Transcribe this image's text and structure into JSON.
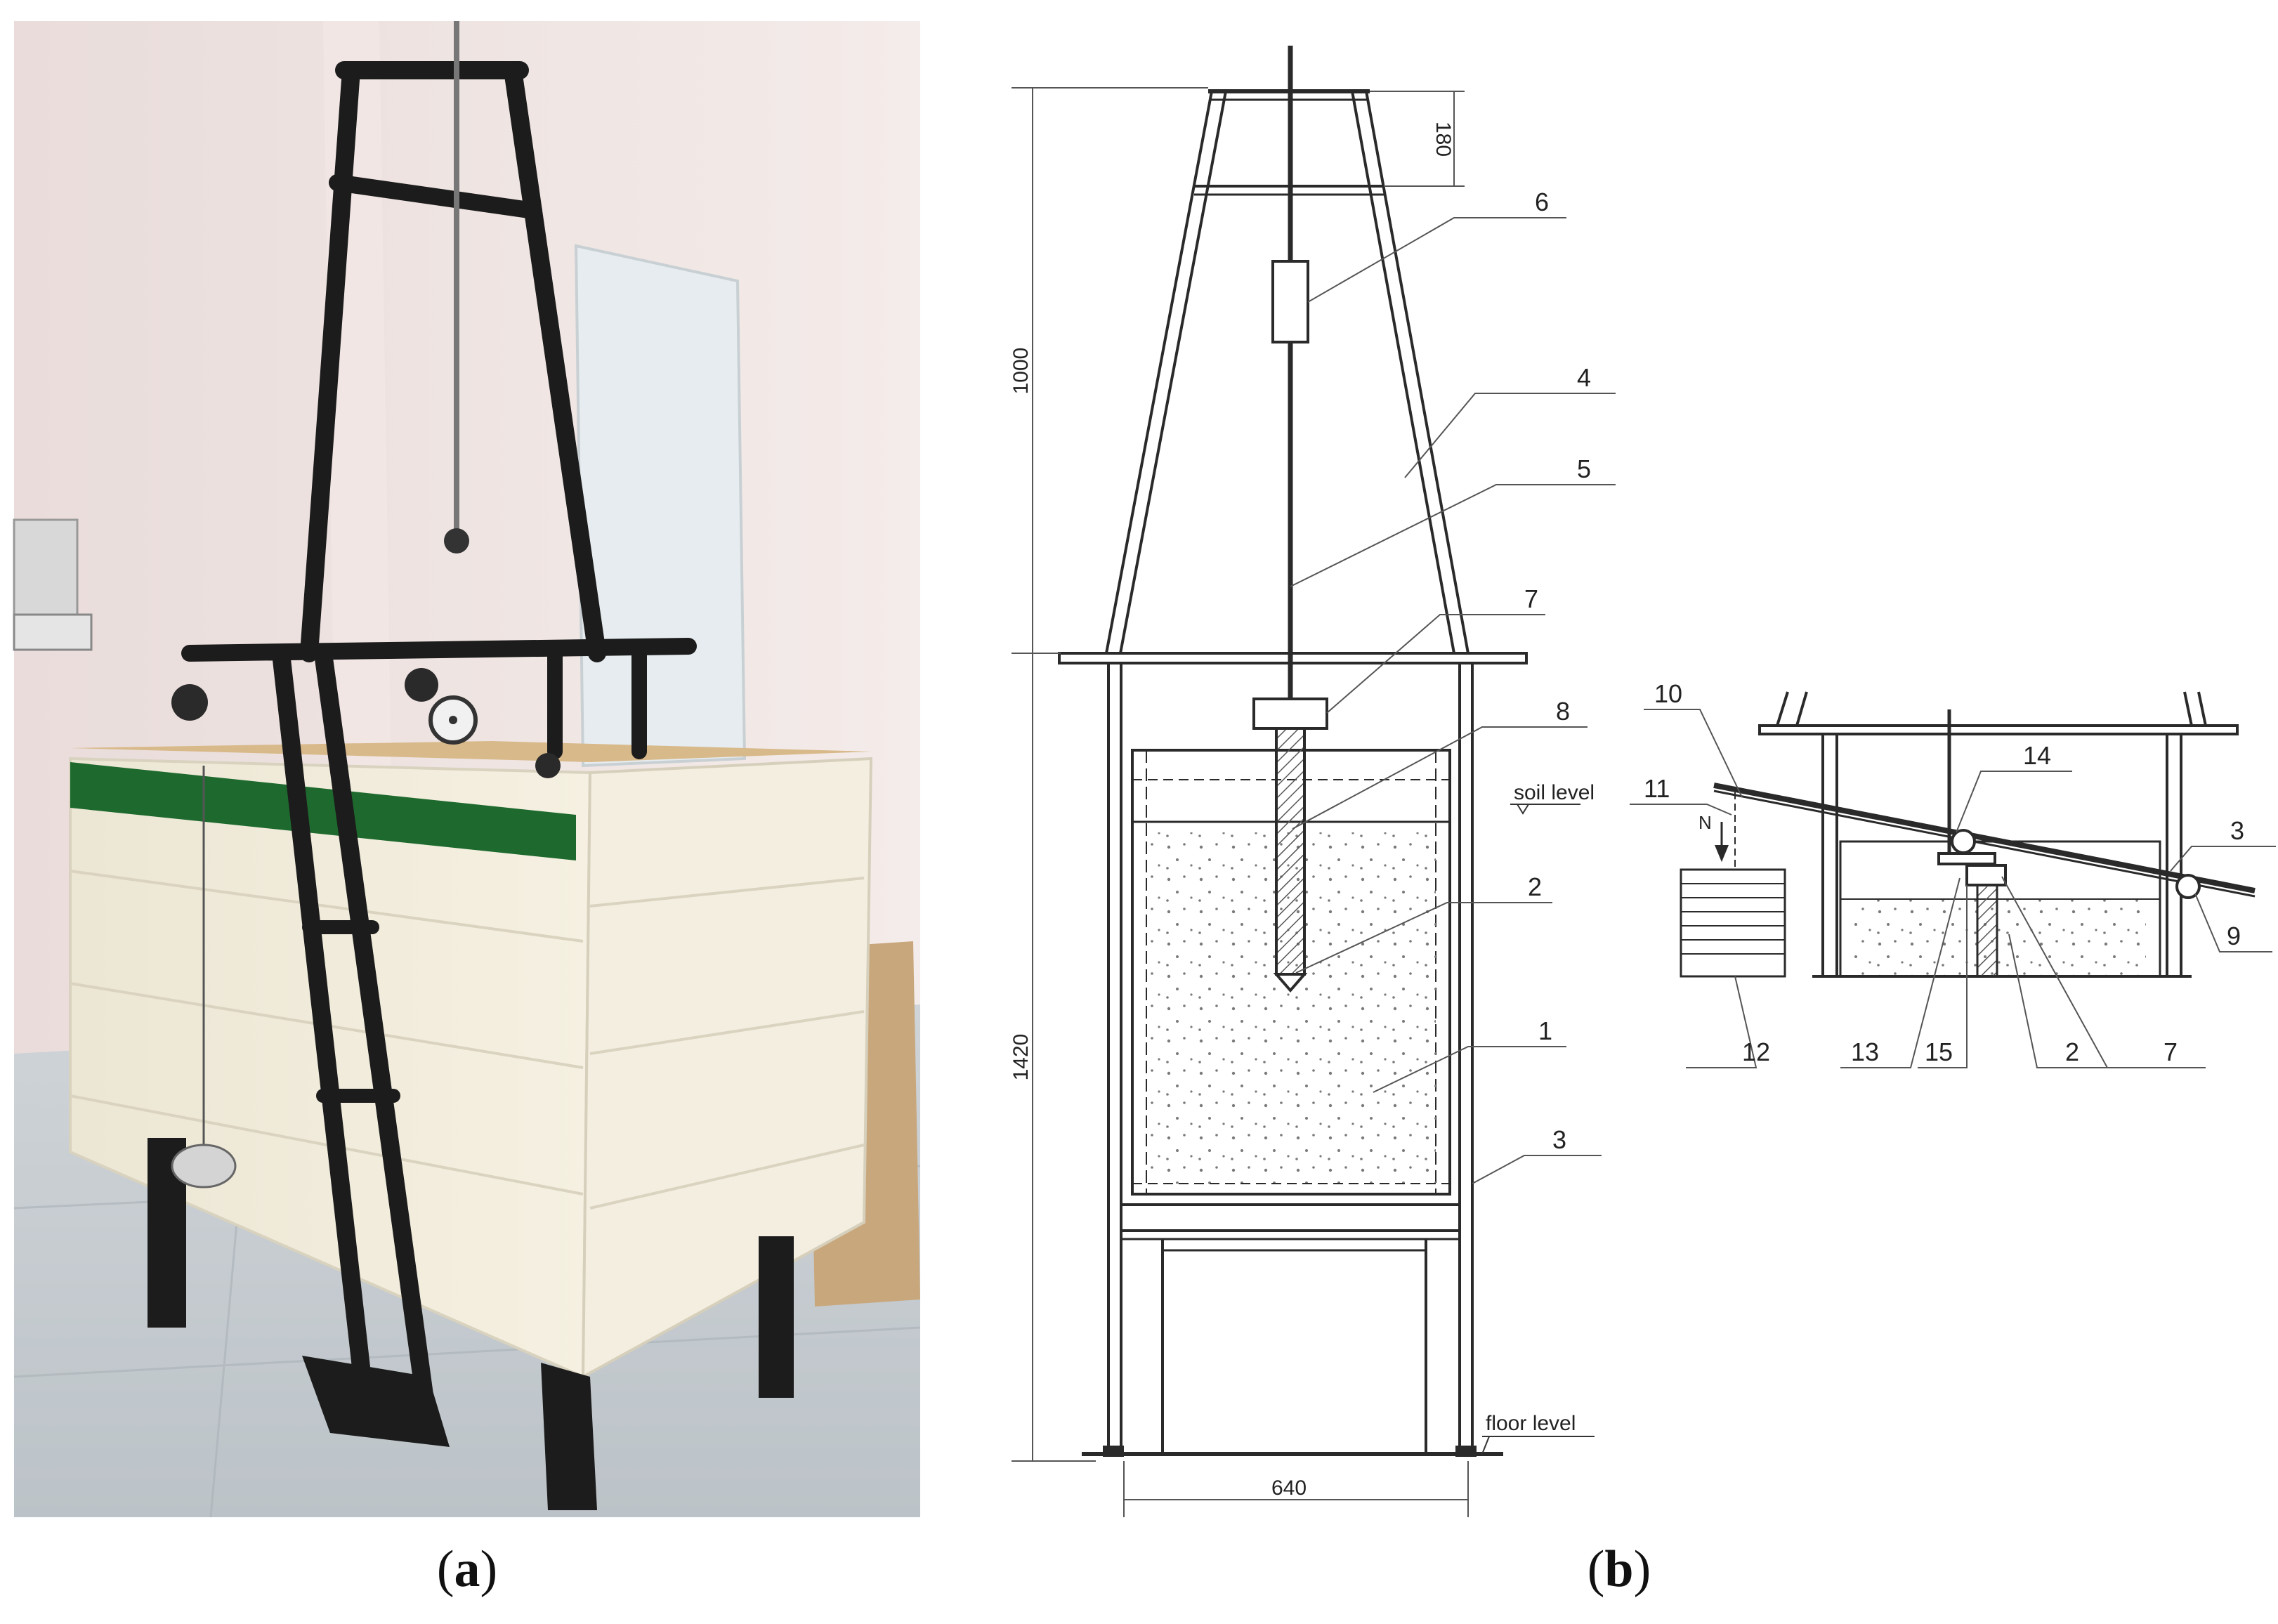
{
  "captions": {
    "a": "a",
    "b": "b"
  },
  "drawing_main": {
    "dimensions": {
      "top": "180",
      "upper": "1000",
      "lower": "1420",
      "width": "640"
    },
    "levels": {
      "soil": "soil level",
      "floor": "floor level"
    },
    "labels": [
      "6",
      "4",
      "5",
      "7",
      "8",
      "2",
      "1",
      "3"
    ]
  },
  "drawing_detail": {
    "labels": [
      "10",
      "14",
      "11",
      "N",
      "3",
      "9",
      "12",
      "13",
      "15",
      "2",
      "7"
    ]
  },
  "colors": {
    "frame": "#1c1c1c",
    "wall": "#efe6e4",
    "box": "#f3efe2",
    "floor": "#c6cdd2",
    "stripe": "#1e6a2e",
    "line": "#2a2a2a"
  }
}
